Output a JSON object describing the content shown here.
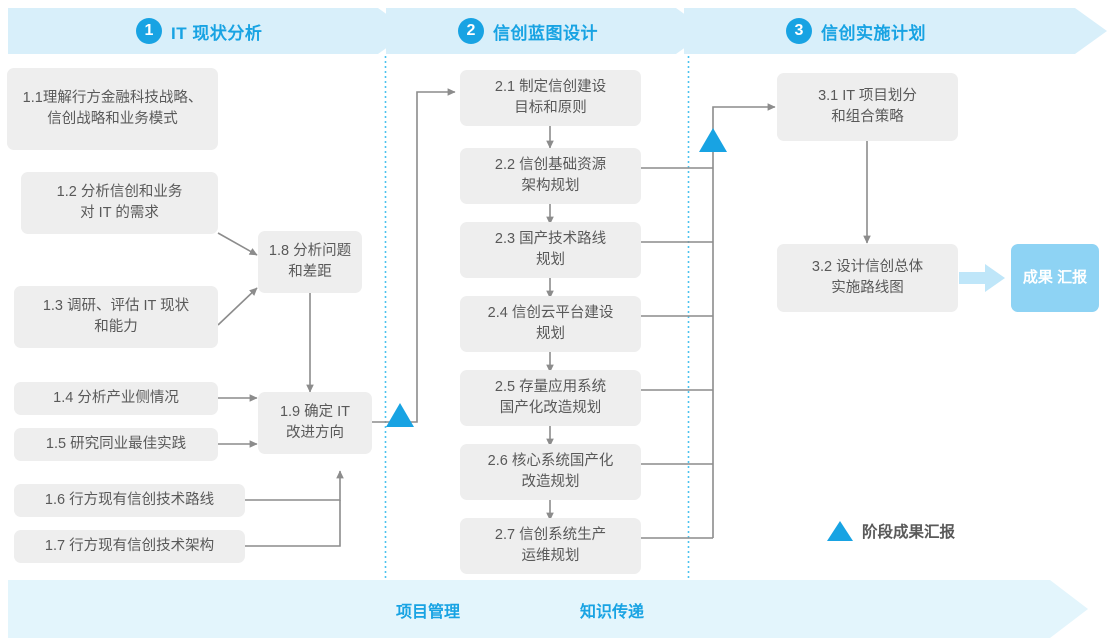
{
  "phases": [
    {
      "num": "1",
      "title": "IT 现状分析"
    },
    {
      "num": "2",
      "title": "信创蓝图设计"
    },
    {
      "num": "3",
      "title": "信创实施计划"
    }
  ],
  "colors": {
    "accent": "#18a3e3",
    "banner_fill": "#d8effa",
    "footer_fill": "#e3f5fc",
    "node_fill": "#eeeeee",
    "node_text": "#595959",
    "badge_fill": "#8ed3f4",
    "connector": "#8c8c8c",
    "divider": "#4cc3ef"
  },
  "phase1_nodes": [
    {
      "id": "1.1",
      "lines": [
        "1.1理解行方金融科技战略、",
        "信创战略和业务模式"
      ]
    },
    {
      "id": "1.2",
      "lines": [
        "1.2 分析信创和业务",
        "对 IT 的需求"
      ]
    },
    {
      "id": "1.3",
      "lines": [
        "1.3 调研、评估 IT 现状",
        "和能力"
      ]
    },
    {
      "id": "1.4",
      "lines": [
        "1.4 分析产业侧情况"
      ]
    },
    {
      "id": "1.5",
      "lines": [
        "1.5 研究同业最佳实践"
      ]
    },
    {
      "id": "1.6",
      "lines": [
        "1.6 行方现有信创技术路线"
      ]
    },
    {
      "id": "1.7",
      "lines": [
        "1.7 行方现有信创技术架构"
      ]
    },
    {
      "id": "1.8",
      "lines": [
        "1.8 分析问题",
        "和差距"
      ]
    },
    {
      "id": "1.9",
      "lines": [
        "1.9 确定 IT",
        "改进方向"
      ]
    }
  ],
  "phase2_nodes": [
    {
      "id": "2.1",
      "lines": [
        "2.1 制定信创建设",
        "目标和原则"
      ]
    },
    {
      "id": "2.2",
      "lines": [
        "2.2 信创基础资源",
        "架构规划"
      ]
    },
    {
      "id": "2.3",
      "lines": [
        "2.3 国产技术路线",
        "规划"
      ]
    },
    {
      "id": "2.4",
      "lines": [
        "2.4 信创云平台建设",
        "规划"
      ]
    },
    {
      "id": "2.5",
      "lines": [
        "2.5 存量应用系统",
        "国产化改造规划"
      ]
    },
    {
      "id": "2.6",
      "lines": [
        "2.6 核心系统国产化",
        "改造规划"
      ]
    },
    {
      "id": "2.7",
      "lines": [
        "2.7 信创系统生产",
        "运维规划"
      ]
    }
  ],
  "phase3_nodes": [
    {
      "id": "3.1",
      "lines": [
        "3.1 IT 项目划分",
        "和组合策略"
      ]
    },
    {
      "id": "3.2",
      "lines": [
        "3.2 设计信创总体",
        "实施路线图"
      ]
    }
  ],
  "badge": {
    "lines": [
      "成果",
      "汇报"
    ]
  },
  "legend": {
    "label": "阶段成果汇报",
    "marker": "triangle-marker"
  },
  "footer": {
    "labels": [
      "项目管理",
      "知识传递"
    ]
  }
}
